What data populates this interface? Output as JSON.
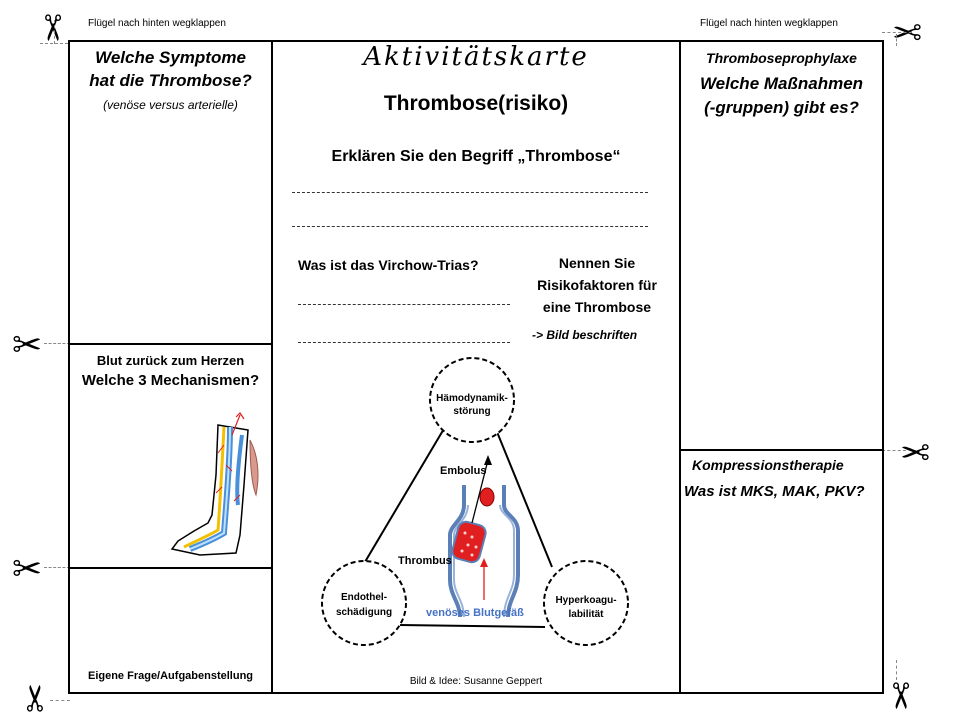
{
  "fold_labels": {
    "left": "Flügel nach hinten wegklappen",
    "right": "Flügel nach hinten wegklappen"
  },
  "left_panel": {
    "top": {
      "title_line1": "Welche Symptome",
      "title_line2": "hat die Thrombose?",
      "subtitle": "(venöse versus arterielle)"
    },
    "middle": {
      "title_line1": "Blut zurück zum Herzen",
      "title_line2": "Welche 3 Mechanismen?"
    },
    "bottom": {
      "label": "Eigene Frage/Aufgabenstellung"
    }
  },
  "center_panel": {
    "script_title": "Aktivitätskarte",
    "title": "Thrombose(risiko)",
    "question1": "Erklären Sie den Begriff „Thrombose“",
    "question2": "Was ist das Virchow-Trias?",
    "question3_line1": "Nennen Sie",
    "question3_line2": "Risikofaktoren für",
    "question3_line3": "eine Thrombose",
    "instruction": "-> Bild beschriften",
    "credit": "Bild & Idee:  Susanne Geppert"
  },
  "diagram": {
    "node_top_line1": "Hämodynamik-",
    "node_top_line2": "störung",
    "node_left_line1": "Endothel-",
    "node_left_line2": "schädigung",
    "node_right_line1": "Hyperkoagu-",
    "node_right_line2": "labilität",
    "embolus": "Embolus",
    "thrombus": "Thrombus",
    "vessel": "venöses Blutgefäß"
  },
  "right_panel": {
    "top": {
      "title_line1": "Thromboseprophylaxe",
      "title_line2": "Welche Maßnahmen",
      "title_line3": "(-gruppen) gibt es?"
    },
    "bottom": {
      "title_line1": "Kompressionstherapie",
      "title_line2": "Was ist MKS, MAK, PKV?"
    }
  },
  "colors": {
    "vessel_blue": "#5b7fb7",
    "vessel_text": "#4472c4",
    "clot_red": "#e02020",
    "arrow_red": "#e02020"
  },
  "icons": [
    "scissors-icon",
    "leg-illustration",
    "vessel-diagram"
  ]
}
